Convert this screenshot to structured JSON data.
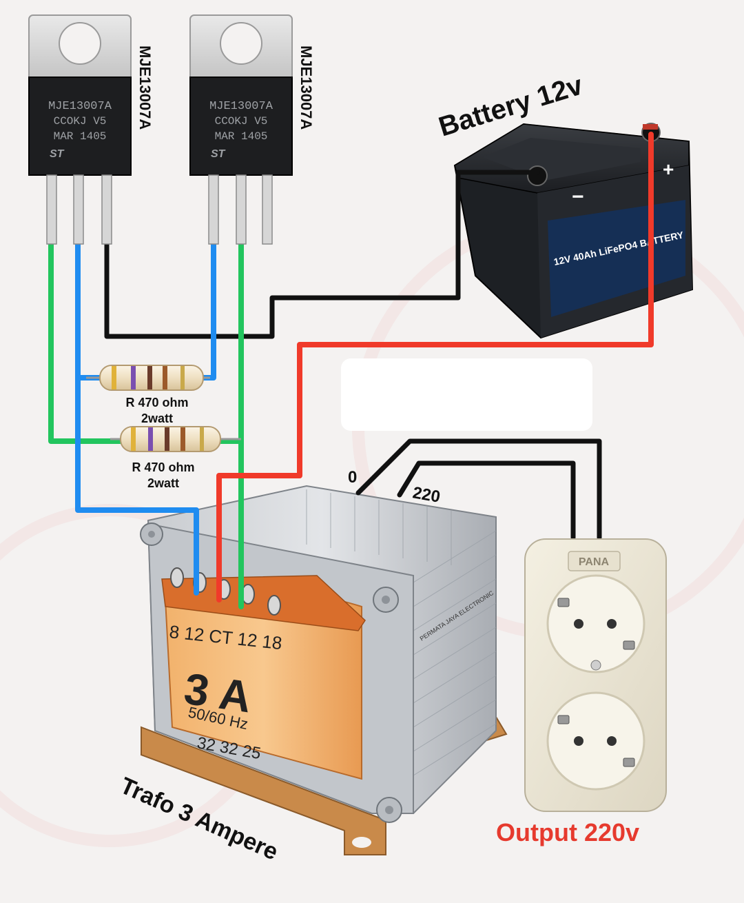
{
  "transistors": [
    {
      "body_lines": [
        "MJE13007A",
        "CCOKJ  V5",
        "MAR  1405"
      ],
      "logo": "ST",
      "side_label": "MJE13007A"
    },
    {
      "body_lines": [
        "MJE13007A",
        "CCOKJ  V5",
        "MAR  1405"
      ],
      "logo": "ST",
      "side_label": "MJE13007A"
    }
  ],
  "battery": {
    "title": "Battery 12v",
    "plus": "+",
    "minus": "−",
    "body_text": "12V 40Ah LiFePO4 BATTERY"
  },
  "resistors": [
    {
      "label_line1": "R 470 ohm",
      "label_line2": "2watt"
    },
    {
      "label_line1": "R 470 ohm",
      "label_line2": "2watt"
    }
  ],
  "transformer": {
    "primary_labels": [
      "0",
      "220"
    ],
    "taps_text": "8 12 CT 12 18",
    "rating": "3 A",
    "freq": "50/60 Hz",
    "bottom_text": "32  32  25",
    "side_text": "PERMATA JAYA ELECTRONIC",
    "caption": "Trafo 3 Ampere"
  },
  "socket": {
    "brand": "PANA",
    "output_label": "Output 220v"
  },
  "colors": {
    "wire_green": "#22c55e",
    "wire_blue": "#1f8cf0",
    "wire_red": "#f03a2a",
    "wire_black": "#111111",
    "output_red": "#e63a2e"
  }
}
